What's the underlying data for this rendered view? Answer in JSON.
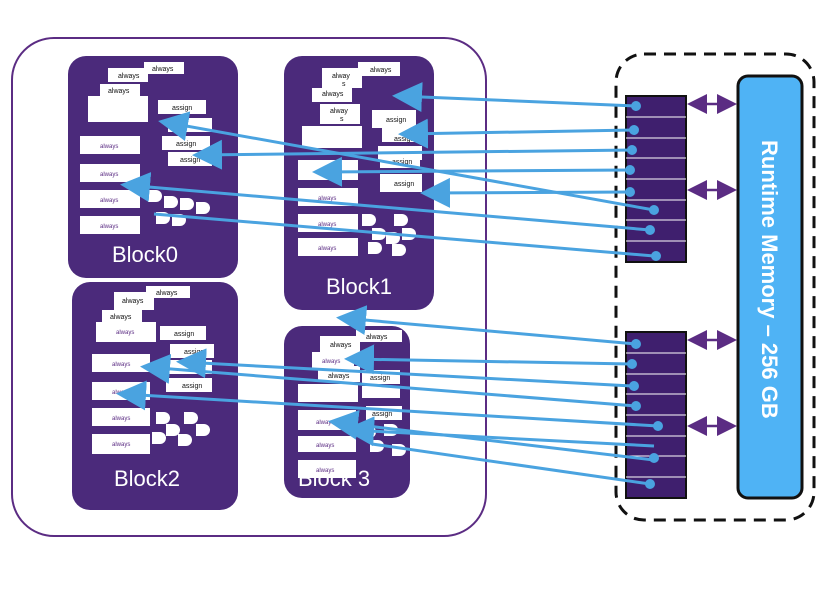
{
  "blocks": [
    {
      "name": "Block0"
    },
    {
      "name": "Block1"
    },
    {
      "name": "Block2"
    },
    {
      "name": "Block 3"
    }
  ],
  "labels": {
    "always": "always",
    "assign": "assign",
    "always_split_a": "alway",
    "always_split_b": "s",
    "always_split_c": "always"
  },
  "memory": {
    "label": "Runtime Memory – 256 GB"
  },
  "colors": {
    "block": "#4b2a7b",
    "outline": "#5b2c83",
    "arrow": "#4aa3e0",
    "memory": "#4fb3f5",
    "bank": "#3f1f6e"
  }
}
